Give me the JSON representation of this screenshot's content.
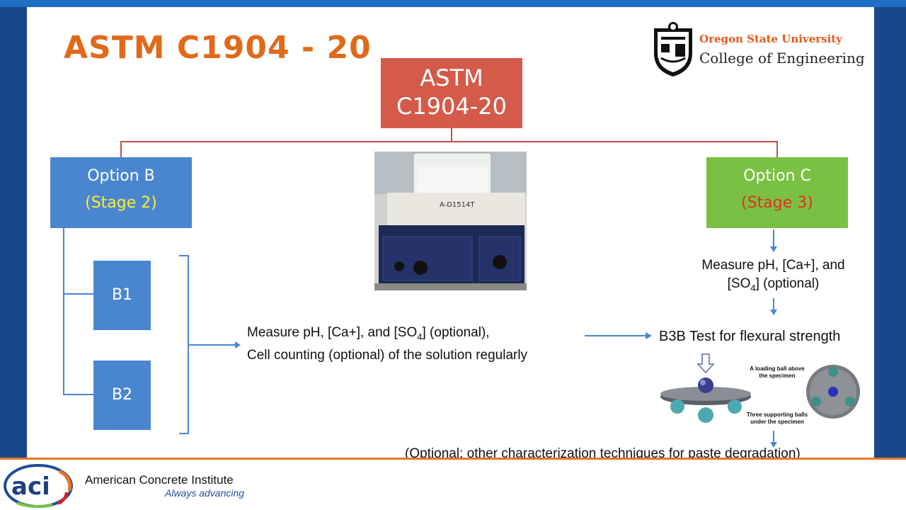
{
  "slide": {
    "title": "ASTM C1904 - 20",
    "logo": {
      "university": "Oregon State University",
      "college": "College of Engineering"
    },
    "root_box": {
      "line1": "ASTM",
      "line2": "C1904-20"
    },
    "option_b": {
      "title": "Option B",
      "stage": "(Stage 2)"
    },
    "option_c": {
      "title": "Option C",
      "stage": "(Stage 3)"
    },
    "b1": "B1",
    "b2": "B2",
    "measure_b": {
      "line1_pre": "Measure pH, [Ca+], and [SO",
      "sub": "4",
      "line1_post": "] (optional),",
      "line2": "Cell counting (optional) of the solution regularly"
    },
    "measure_c": {
      "line1": "Measure pH, [Ca+], and",
      "line2_pre": "[SO",
      "sub": "4",
      "line2_post": "] (optional)"
    },
    "b3b": "B3B Test for flexural strength",
    "diagram": {
      "loading_label": "A loading ball above the specimen",
      "support_label": "Three supporting balls under the specimen"
    },
    "photo_label": "A-D1514T",
    "optional_text": "(Optional: other characterization techniques for paste degradation)"
  },
  "footer": {
    "org_name": "American Concrete Institute",
    "tagline": "Always advancing",
    "logo_text": "aci"
  },
  "colors": {
    "title": "#e06a1a",
    "root": "#d45a4a",
    "option_b": "#4a86d0",
    "option_c": "#7ac143",
    "frame": "#17488a"
  }
}
